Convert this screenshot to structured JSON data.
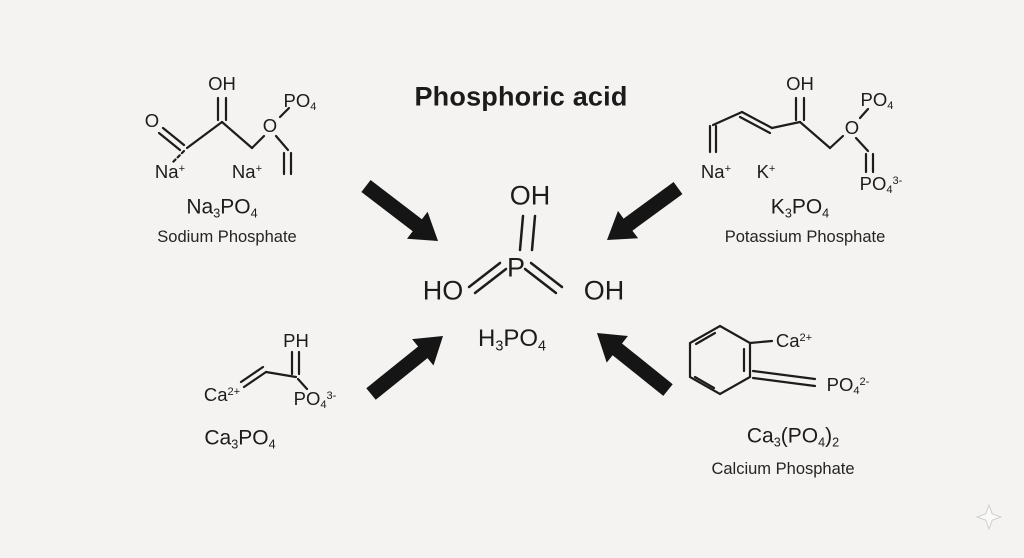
{
  "title": "Phosphoric acid",
  "center": {
    "oh_top": "OH",
    "ho_left": "HO",
    "p_atom": "P",
    "oh_right": "OH",
    "formula": [
      {
        "k": "t",
        "v": "H"
      },
      {
        "k": "sub",
        "v": "3"
      },
      {
        "k": "t",
        "v": "PO"
      },
      {
        "k": "sub",
        "v": "4"
      }
    ]
  },
  "sodium_phosphate": {
    "atoms": {
      "oh": "OH",
      "po4": [
        {
          "k": "t",
          "v": "PO"
        },
        {
          "k": "sub",
          "v": "4"
        }
      ],
      "o_ketone": "O",
      "o_ester": "O",
      "na_ion_1": [
        {
          "k": "t",
          "v": "Na"
        },
        {
          "k": "sup",
          "v": "+"
        }
      ],
      "na_ion_2": [
        {
          "k": "t",
          "v": "Na"
        },
        {
          "k": "sup",
          "v": "+"
        }
      ]
    },
    "formula": [
      {
        "k": "t",
        "v": "Na"
      },
      {
        "k": "sub",
        "v": "3"
      },
      {
        "k": "t",
        "v": "PO"
      },
      {
        "k": "sub",
        "v": "4"
      }
    ],
    "name": "Sodium Phosphate"
  },
  "potassium_phosphate": {
    "atoms": {
      "oh": "OH",
      "po4": [
        {
          "k": "t",
          "v": "PO"
        },
        {
          "k": "sub",
          "v": "4"
        }
      ],
      "o_ester": "O",
      "na_ion": [
        {
          "k": "t",
          "v": "Na"
        },
        {
          "k": "sup",
          "v": "+"
        }
      ],
      "k_ion": [
        {
          "k": "t",
          "v": "K"
        },
        {
          "k": "sup",
          "v": "+"
        }
      ],
      "po4_ion": [
        {
          "k": "t",
          "v": "PO"
        },
        {
          "k": "sub",
          "v": "4"
        },
        {
          "k": "sup",
          "v": "3-"
        }
      ]
    },
    "formula": [
      {
        "k": "t",
        "v": "K"
      },
      {
        "k": "sub",
        "v": "3"
      },
      {
        "k": "t",
        "v": "PO"
      },
      {
        "k": "sub",
        "v": "4"
      }
    ],
    "name": "Potassium Phosphate"
  },
  "calcium_phosphate_tribasic": {
    "atoms": {
      "ph": "PH",
      "ca_ion": [
        {
          "k": "t",
          "v": "Ca"
        },
        {
          "k": "sup",
          "v": "2+"
        }
      ],
      "po4_ion": [
        {
          "k": "t",
          "v": "PO"
        },
        {
          "k": "sub",
          "v": "4"
        },
        {
          "k": "sup",
          "v": "3-"
        }
      ]
    },
    "formula": [
      {
        "k": "t",
        "v": "Ca"
      },
      {
        "k": "sub",
        "v": "3"
      },
      {
        "k": "t",
        "v": "PO"
      },
      {
        "k": "sub",
        "v": "4"
      }
    ]
  },
  "calcium_phosphate": {
    "atoms": {
      "ca_ion": [
        {
          "k": "t",
          "v": "Ca"
        },
        {
          "k": "sup",
          "v": "2+"
        }
      ],
      "po4_ion": [
        {
          "k": "t",
          "v": "PO"
        },
        {
          "k": "sub",
          "v": "4"
        },
        {
          "k": "sup",
          "v": "2-"
        }
      ]
    },
    "formula": [
      {
        "k": "t",
        "v": "Ca"
      },
      {
        "k": "sub",
        "v": "3"
      },
      {
        "k": "t",
        "v": "(PO"
      },
      {
        "k": "sub",
        "v": "4"
      },
      {
        "k": "t",
        "v": ")"
      },
      {
        "k": "sub",
        "v": "2"
      }
    ],
    "name": "Calcium Phosphate"
  },
  "colors": {
    "background": "#f2f1ef",
    "ink": "#1c1c1c",
    "arrow": "#151515"
  }
}
